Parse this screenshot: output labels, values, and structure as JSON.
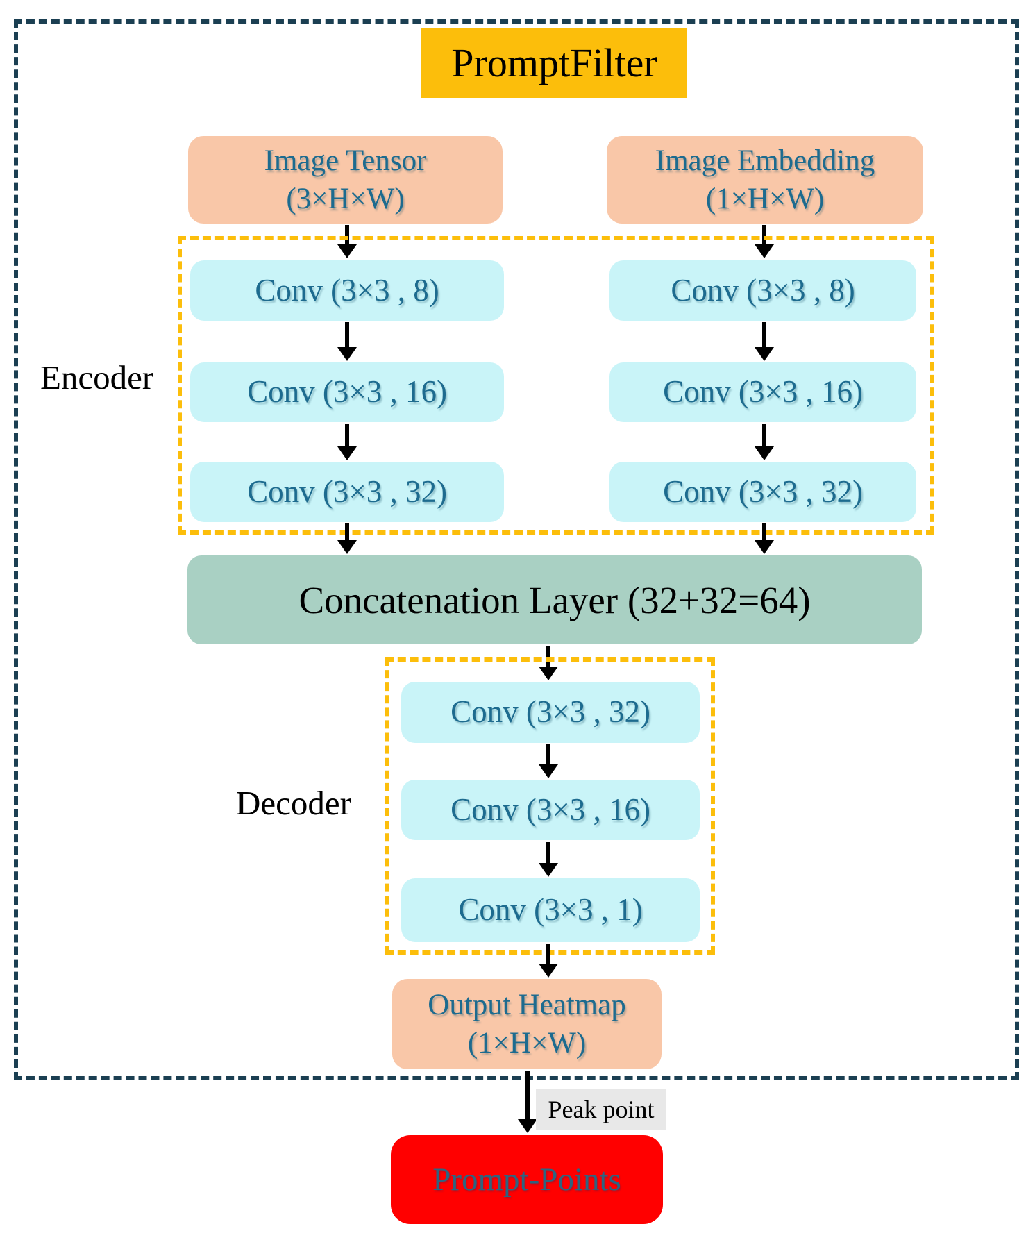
{
  "figure": {
    "title": "PromptFilter",
    "encoder_label": "Encoder",
    "decoder_label": "Decoder",
    "image_tensor": {
      "name": "Image Tensor",
      "shape": "(3×H×W)"
    },
    "image_embedding": {
      "name": "Image Embedding",
      "shape": "(1×H×W)"
    },
    "encoder_left": [
      "Conv (3×3 , 8)",
      "Conv (3×3 , 16)",
      "Conv (3×3 , 32)"
    ],
    "encoder_right": [
      "Conv (3×3 , 8)",
      "Conv (3×3 , 16)",
      "Conv (3×3 , 32)"
    ],
    "concat": "Concatenation Layer (32+32=64)",
    "decoder_layers": [
      "Conv (3×3 , 32)",
      "Conv (3×3 , 16)",
      "Conv (3×3 , 1)"
    ],
    "output_heatmap": {
      "name": "Output Heatmap",
      "shape": "(1×H×W)"
    },
    "peak_point": "Peak point",
    "prompt_points": "Prompt-Points",
    "colors": {
      "outer_border": "#1B3F52",
      "accent_gold": "#FCBE0B",
      "input_salmon": "#F9C7A8",
      "conv_cyan": "#C9F4F8",
      "concat_green": "#A9D0C3",
      "result_red": "#FF0000",
      "label_gray": "#E8E8E8",
      "teal_text": "#1D6B8F"
    }
  }
}
